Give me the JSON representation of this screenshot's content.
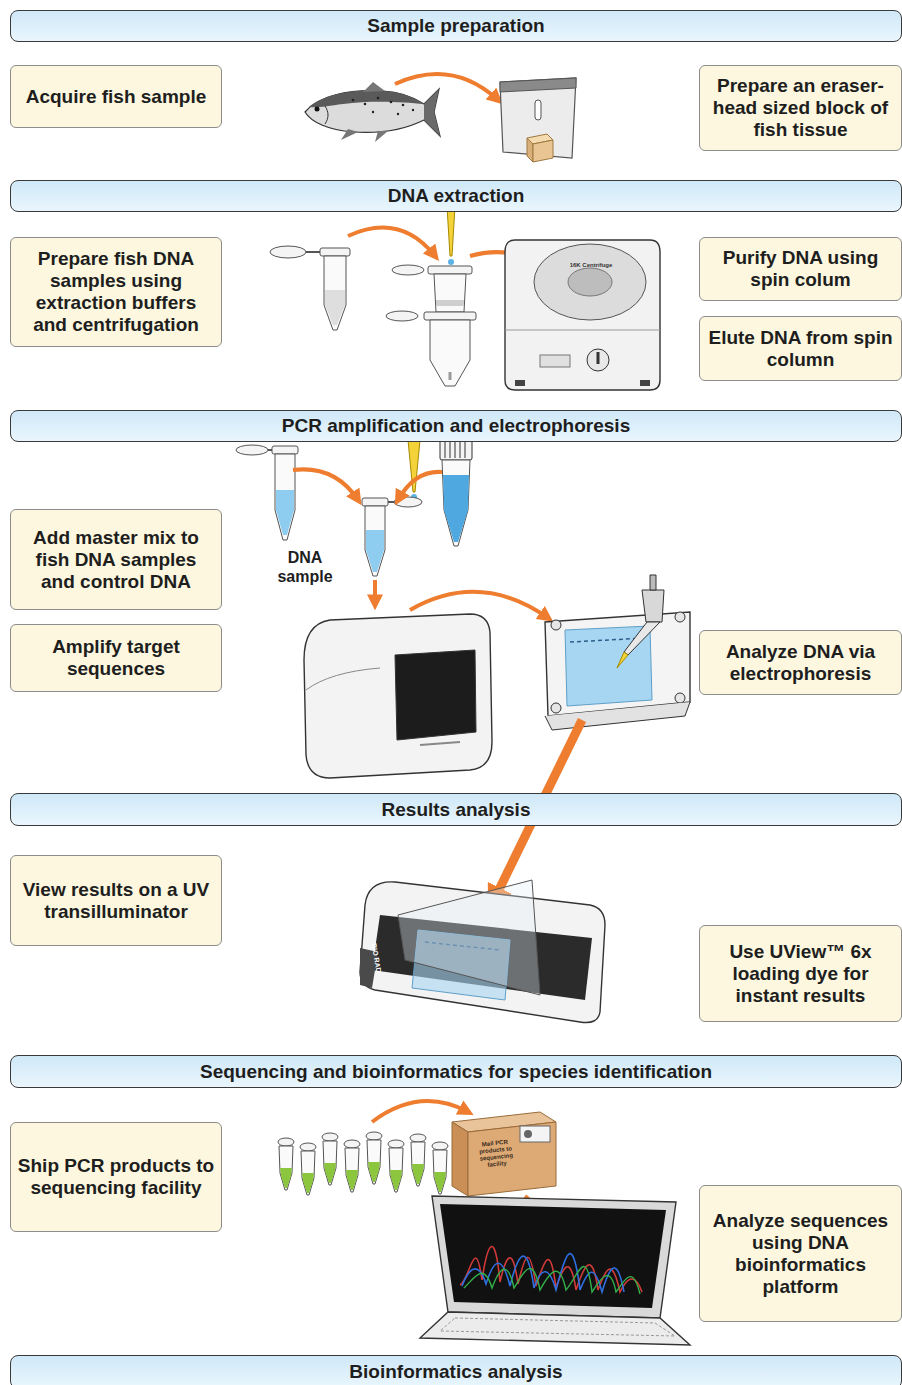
{
  "diagram": {
    "nodes": [
      {
        "text": [
          "Sample preparation"
        ]
      },
      {
        "text": [
          "Acquire fish sample"
        ]
      },
      {
        "text": [
          "Prepare an eraser-head sized block of fish tissue"
        ]
      },
      {
        "text": [
          "DNA extraction"
        ]
      },
      {
        "text": [
          "Prepare fish DNA samples using extraction buffers and centrifugation"
        ]
      },
      {
        "text": [
          "Purify DNA using spin colum"
        ]
      },
      {
        "text": [
          "Elute DNA from spin column"
        ]
      },
      {
        "text": [
          "PCR amplification and electrophoresis"
        ]
      },
      {
        "text": [
          "Add master mix to fish DNA samples and control DNA"
        ]
      },
      {
        "text": [
          "Amplify target sequences"
        ]
      },
      {
        "text": [
          "Analyze DNA via electrophoresis"
        ]
      },
      {
        "text": [
          "Results analysis"
        ]
      },
      {
        "text": [
          "View results on a UV transilluminator"
        ]
      },
      {
        "text": [
          "Use UView™ 6x loading dye for instant results"
        ]
      },
      {
        "text": [
          "Sequencing and bioinformatics for species identification"
        ]
      },
      {
        "text": [
          "Ship PCR products to sequencing facility"
        ]
      },
      {
        "text": [
          "Analyze sequences using DNA bioinformatics platform"
        ]
      },
      {
        "text": [
          "Bioinformatics analysis"
        ]
      }
    ],
    "labels": [
      "16K Centrifuge",
      "DNA sample",
      "BIO RAD",
      "Mail PCR products to sequencing facility"
    ]
  }
}
